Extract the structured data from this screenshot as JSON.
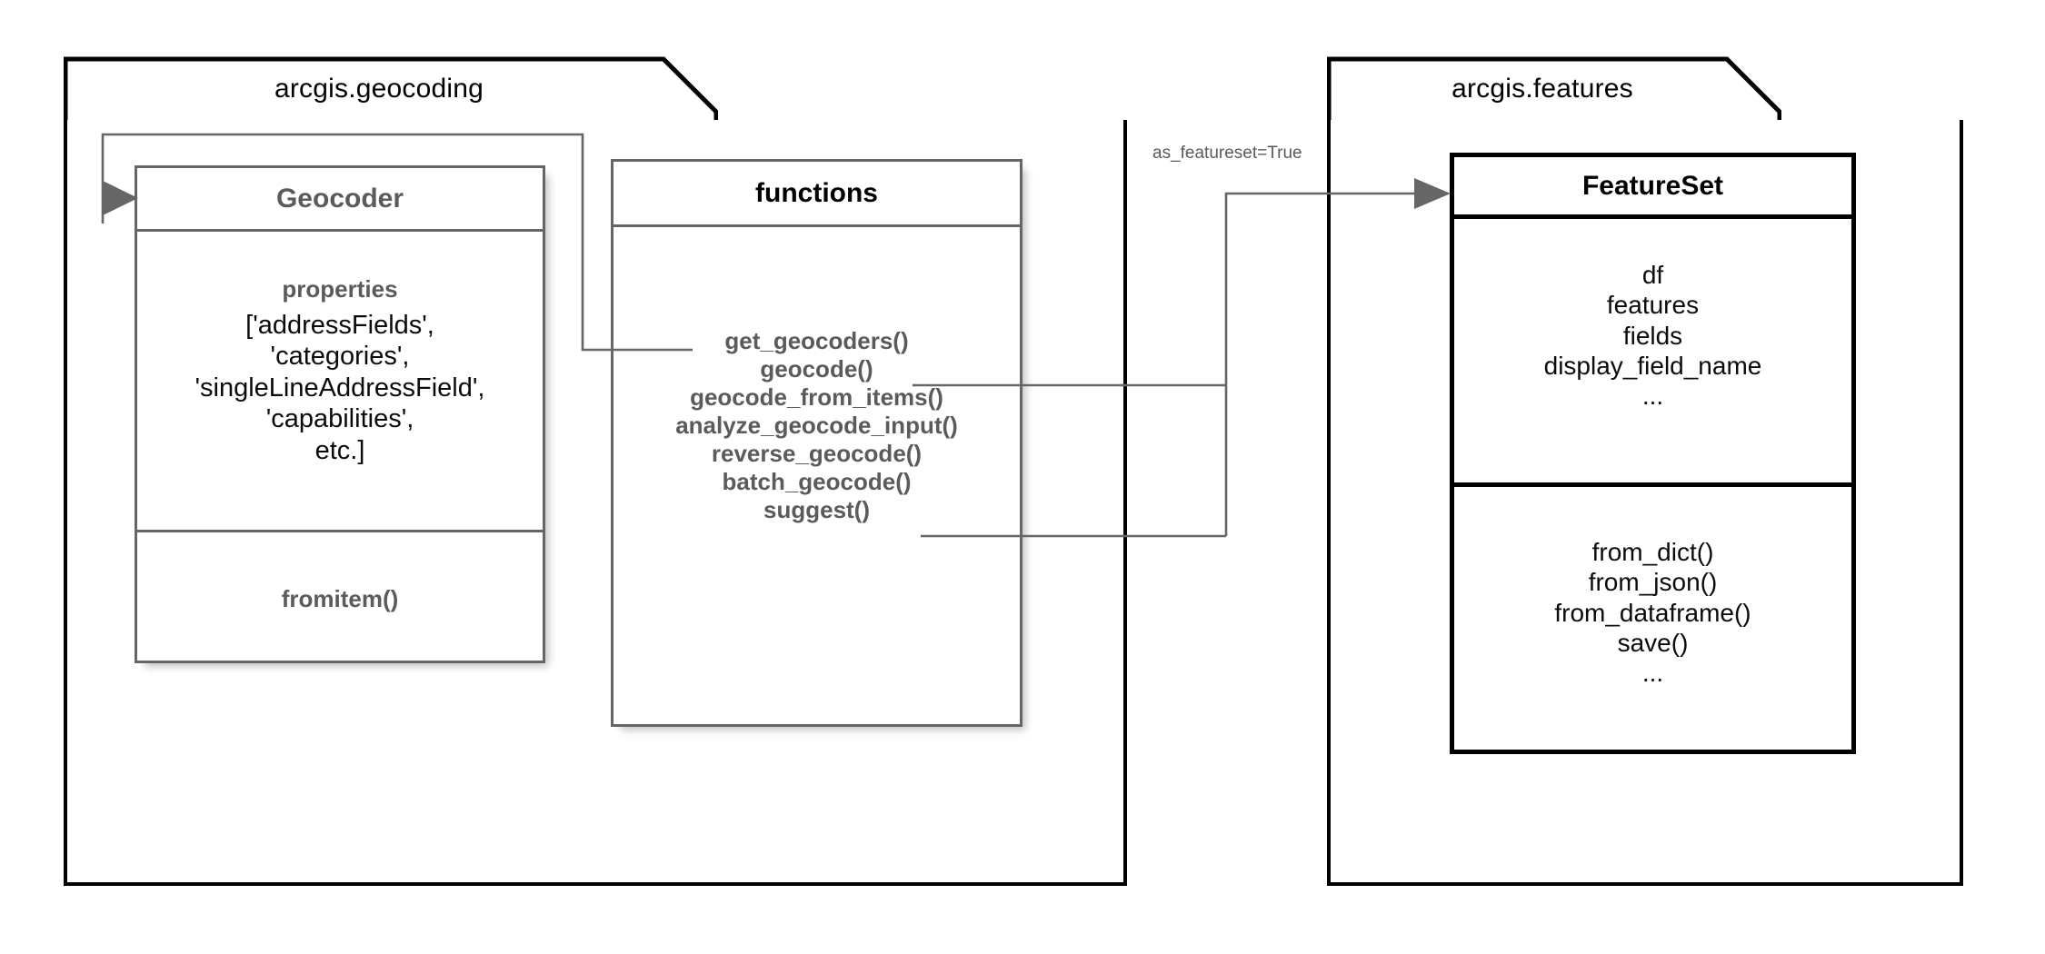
{
  "diagram": {
    "type": "uml-package-class-diagram",
    "packages": [
      {
        "name": "arcgis.geocoding",
        "classes": [
          {
            "name": "Geocoder",
            "sections": [
              {
                "kind": "properties",
                "heading": "properties",
                "lines": [
                  "['addressFields',",
                  "'categories',",
                  "'singleLineAddressField',",
                  "'capabilities',",
                  "etc.]"
                ]
              },
              {
                "kind": "methods",
                "lines": [
                  "fromitem()"
                ]
              }
            ]
          },
          {
            "name": "functions",
            "sections": [
              {
                "kind": "methods",
                "lines": [
                  "get_geocoders()",
                  "geocode()",
                  "geocode_from_items()",
                  "analyze_geocode_input()",
                  "reverse_geocode()",
                  "batch_geocode()",
                  "suggest()"
                ]
              }
            ]
          }
        ]
      },
      {
        "name": "arcgis.features",
        "classes": [
          {
            "name": "FeatureSet",
            "sections": [
              {
                "kind": "properties",
                "lines": [
                  "df",
                  "features",
                  "fields",
                  "display_field_name",
                  "..."
                ]
              },
              {
                "kind": "methods",
                "lines": [
                  "from_dict()",
                  "from_json()",
                  "from_dataframe()",
                  "save()",
                  "..."
                ]
              }
            ]
          }
        ]
      }
    ],
    "edges": [
      {
        "id": "functions-to-geocoder",
        "from": "functions.get_geocoders()",
        "to": "Geocoder",
        "label": "",
        "arrow": "open-filled-triangle"
      },
      {
        "id": "functions-to-featureset",
        "from": "functions.geocode() / functions.batch_geocode()",
        "to": "FeatureSet",
        "label": "as_featureset=True",
        "arrow": "open-filled-triangle"
      }
    ]
  },
  "colors": {
    "package_border": "#000000",
    "gray_box_border": "#666666",
    "gray_text": "#5b5b5b",
    "black_text": "#000000",
    "connector": "#555555",
    "background": "#ffffff"
  }
}
